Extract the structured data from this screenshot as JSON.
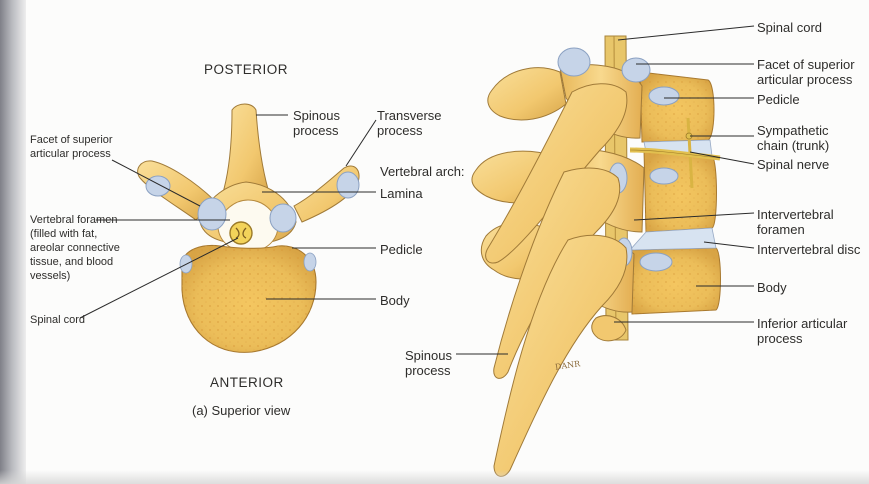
{
  "headings": {
    "posterior": "POSTERIOR",
    "anterior": "ANTERIOR",
    "caption": "(a) Superior view"
  },
  "superior_view_labels": {
    "spinous_process": [
      "Spinous",
      "process"
    ],
    "transverse_process": [
      "Transverse",
      "process"
    ],
    "vertebral_arch": "Vertebral arch:",
    "lamina": "Lamina",
    "pedicle": "Pedicle",
    "body": "Body",
    "facet_superior": [
      "Facet of superior",
      "articular process"
    ],
    "vertebral_foramen": [
      "Vertebral foramen",
      "(filled with fat,",
      "areolar connective",
      "tissue, and blood",
      "vessels)"
    ],
    "spinal_cord": "Spinal cord"
  },
  "lateral_view_labels": {
    "spinal_cord": "Spinal cord",
    "facet_superior": [
      "Facet of superior",
      "articular process"
    ],
    "pedicle": "Pedicle",
    "sympathetic_chain": [
      "Sympathetic",
      "chain (trunk)"
    ],
    "spinal_nerve": "Spinal nerve",
    "intervertebral_foramen": [
      "Intervertebral",
      "foramen"
    ],
    "intervertebral_disc": "Intervertebral disc",
    "body": "Body",
    "inferior_articular": [
      "Inferior articular",
      "process"
    ],
    "spinous_process": [
      "Spinous",
      "process"
    ]
  },
  "signature": "DANR",
  "colors": {
    "bone": "#f2c86f",
    "bone_light": "#f7dc91",
    "bone_shadow": "#c99b3f",
    "outline": "#7a5c2a",
    "cartilage": "#bfd0e6",
    "disc": "#dbe6f2",
    "leader": "#2b2b2b",
    "nerve": "#e4c04b"
  }
}
